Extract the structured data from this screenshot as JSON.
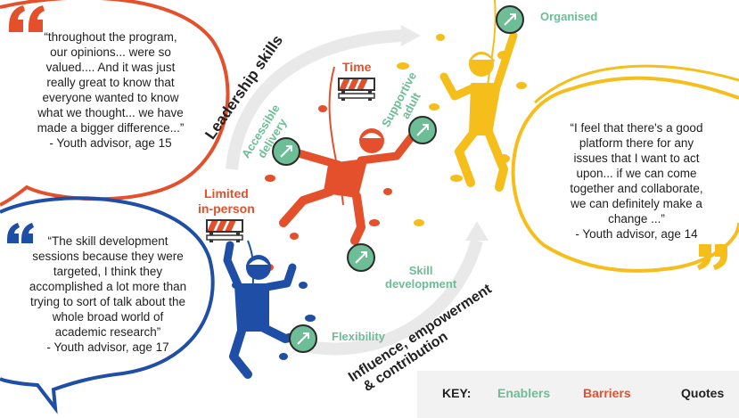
{
  "colors": {
    "red": "#e4502b",
    "blue": "#1f4ea6",
    "yellow": "#f5be1b",
    "green": "#6dbd96",
    "text": "#222222",
    "key_bg": "#f2f2f2"
  },
  "quotes": {
    "top_left": [
      "“throughout the program,",
      "our opinions... were so",
      "valued.... And it was just",
      "really great to know that",
      "everyone wanted to know",
      "what we thought... we have",
      "made a bigger difference...”",
      "- Youth advisor, age 15"
    ],
    "bottom_left": [
      "“The skill development",
      "sessions because they were",
      "targeted, I think they",
      "accomplished a lot more than",
      "trying to sort of talk about the",
      "whole broad world of",
      "academic research”",
      "- Youth advisor, age 17"
    ],
    "right": [
      "“I feel that there's a good",
      "platform there for any",
      "issues that I want to act",
      "upon... if we can come",
      "together and collaborate,",
      "we can definitely make a",
      "change ...”",
      "- Youth advisor, age 14"
    ]
  },
  "arrows": {
    "leadership": "Leadership skills",
    "influence_1": "Influence, empowerment",
    "influence_2": "& contribution"
  },
  "enablers": {
    "organised": "Organised",
    "accessible_1": "Accessible",
    "accessible_2": "delivery",
    "supportive_1": "Supportive",
    "supportive_2": "adult",
    "skill_1": "Skill",
    "skill_2": "development",
    "flexibility": "Flexibility"
  },
  "barriers": {
    "time": "Time",
    "limited_1": "Limited",
    "limited_2": "in-person"
  },
  "key": {
    "title": "KEY:",
    "enablers": "Enablers",
    "barriers": "Barriers",
    "quotes": "Quotes"
  },
  "icons": [
    "quote-mark-icon",
    "climber-icon",
    "hold-enabler-icon",
    "barrier-icon"
  ]
}
